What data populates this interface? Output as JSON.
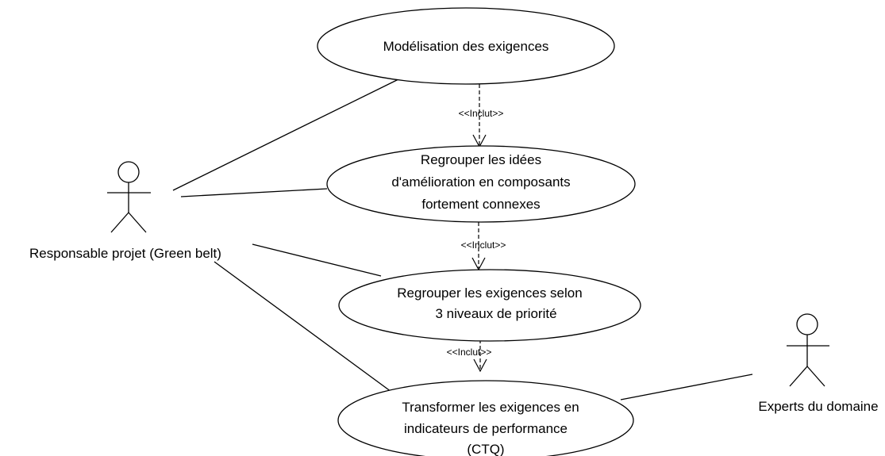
{
  "diagram": {
    "type": "use-case",
    "actors": [
      {
        "id": "green_belt",
        "label": "Responsable projet (Green belt)"
      },
      {
        "id": "experts",
        "label": "Experts du domaine"
      }
    ],
    "use_cases": [
      {
        "id": "uc1",
        "lines": [
          "Modélisation des exigences"
        ]
      },
      {
        "id": "uc2",
        "lines": [
          "Regrouper les idées",
          "d'amélioration en composants",
          "fortement connexes"
        ]
      },
      {
        "id": "uc3",
        "lines": [
          "Regrouper les exigences selon",
          "3 niveaux de priorité"
        ]
      },
      {
        "id": "uc4",
        "lines": [
          "Transformer les exigences en",
          "indicateurs de performance",
          "(CTQ)"
        ]
      }
    ],
    "include_relations": [
      {
        "from": "uc1",
        "to": "uc2",
        "label": "<<Inclut>>"
      },
      {
        "from": "uc2",
        "to": "uc3",
        "label": "<<Inclut>>"
      },
      {
        "from": "uc3",
        "to": "uc4",
        "label": "<<Inclut>>"
      }
    ],
    "associations": [
      {
        "actor": "green_belt",
        "use_case": "uc1"
      },
      {
        "actor": "green_belt",
        "use_case": "uc2"
      },
      {
        "actor": "green_belt",
        "use_case": "uc3"
      },
      {
        "actor": "green_belt",
        "use_case": "uc4"
      },
      {
        "actor": "experts",
        "use_case": "uc4"
      }
    ]
  }
}
